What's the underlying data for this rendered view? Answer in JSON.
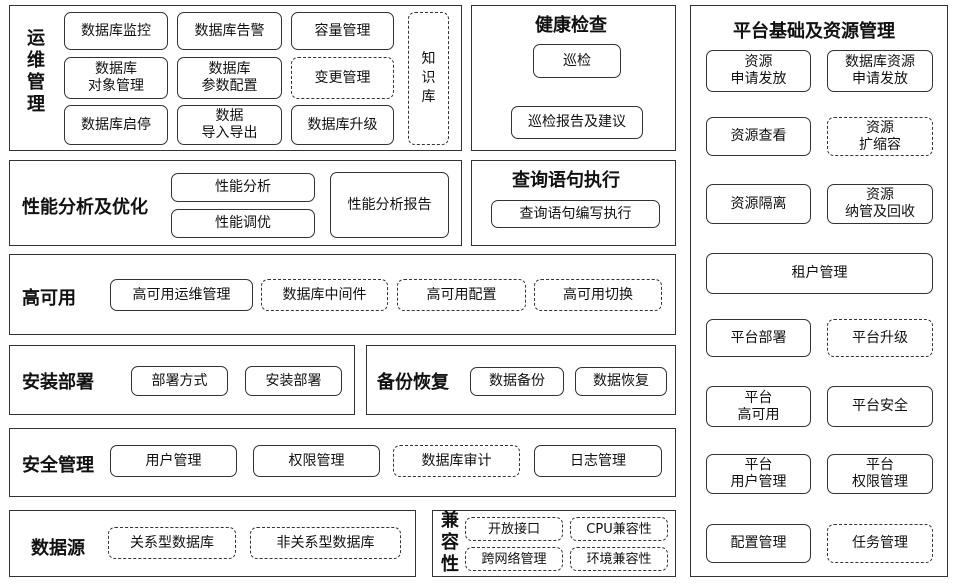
{
  "ops": {
    "title": "运\n维\n管\n理",
    "items": [
      "数据库监控",
      "数据库告警",
      "容量管理",
      "数据库\n对象管理",
      "数据库\n参数配置",
      "变更管理",
      "数据库启停",
      "数据\n导入导出",
      "数据库升级"
    ],
    "knowledge": "知\n识\n库"
  },
  "health": {
    "title": "健康检查",
    "inspect": "巡检",
    "report": "巡检报告及建议"
  },
  "perf": {
    "title": "性能分析及优化",
    "analysis": "性能分析",
    "tuning": "性能调优",
    "report": "性能分析报告"
  },
  "query": {
    "title": "查询语句执行",
    "edit": "查询语句编写执行"
  },
  "ha": {
    "title": "高可用",
    "items": [
      "高可用运维管理",
      "数据库中间件",
      "高可用配置",
      "高可用切换"
    ]
  },
  "install": {
    "title": "安装部署",
    "method": "部署方式",
    "deploy": "安装部署"
  },
  "backup": {
    "title": "备份恢复",
    "backup": "数据备份",
    "restore": "数据恢复"
  },
  "security": {
    "title": "安全管理",
    "items": [
      "用户管理",
      "权限管理",
      "数据库审计",
      "日志管理"
    ]
  },
  "datasource": {
    "title": "数据源",
    "relational": "关系型数据库",
    "nonrelational": "非关系型数据库"
  },
  "compat": {
    "title": "兼\n容\n性",
    "items": [
      "开放接口",
      "CPU兼容性",
      "跨网络管理",
      "环境兼容性"
    ]
  },
  "platform": {
    "title": "平台基础及资源管理",
    "items": [
      "资源\n申请发放",
      "数据库资源\n申请发放",
      "资源查看",
      "资源\n扩缩容",
      "资源隔离",
      "资源\n纳管及回收",
      "租户管理",
      "平台部署",
      "平台升级",
      "平台\n高可用",
      "平台安全",
      "平台\n用户管理",
      "平台\n权限管理",
      "配置管理",
      "任务管理"
    ]
  }
}
